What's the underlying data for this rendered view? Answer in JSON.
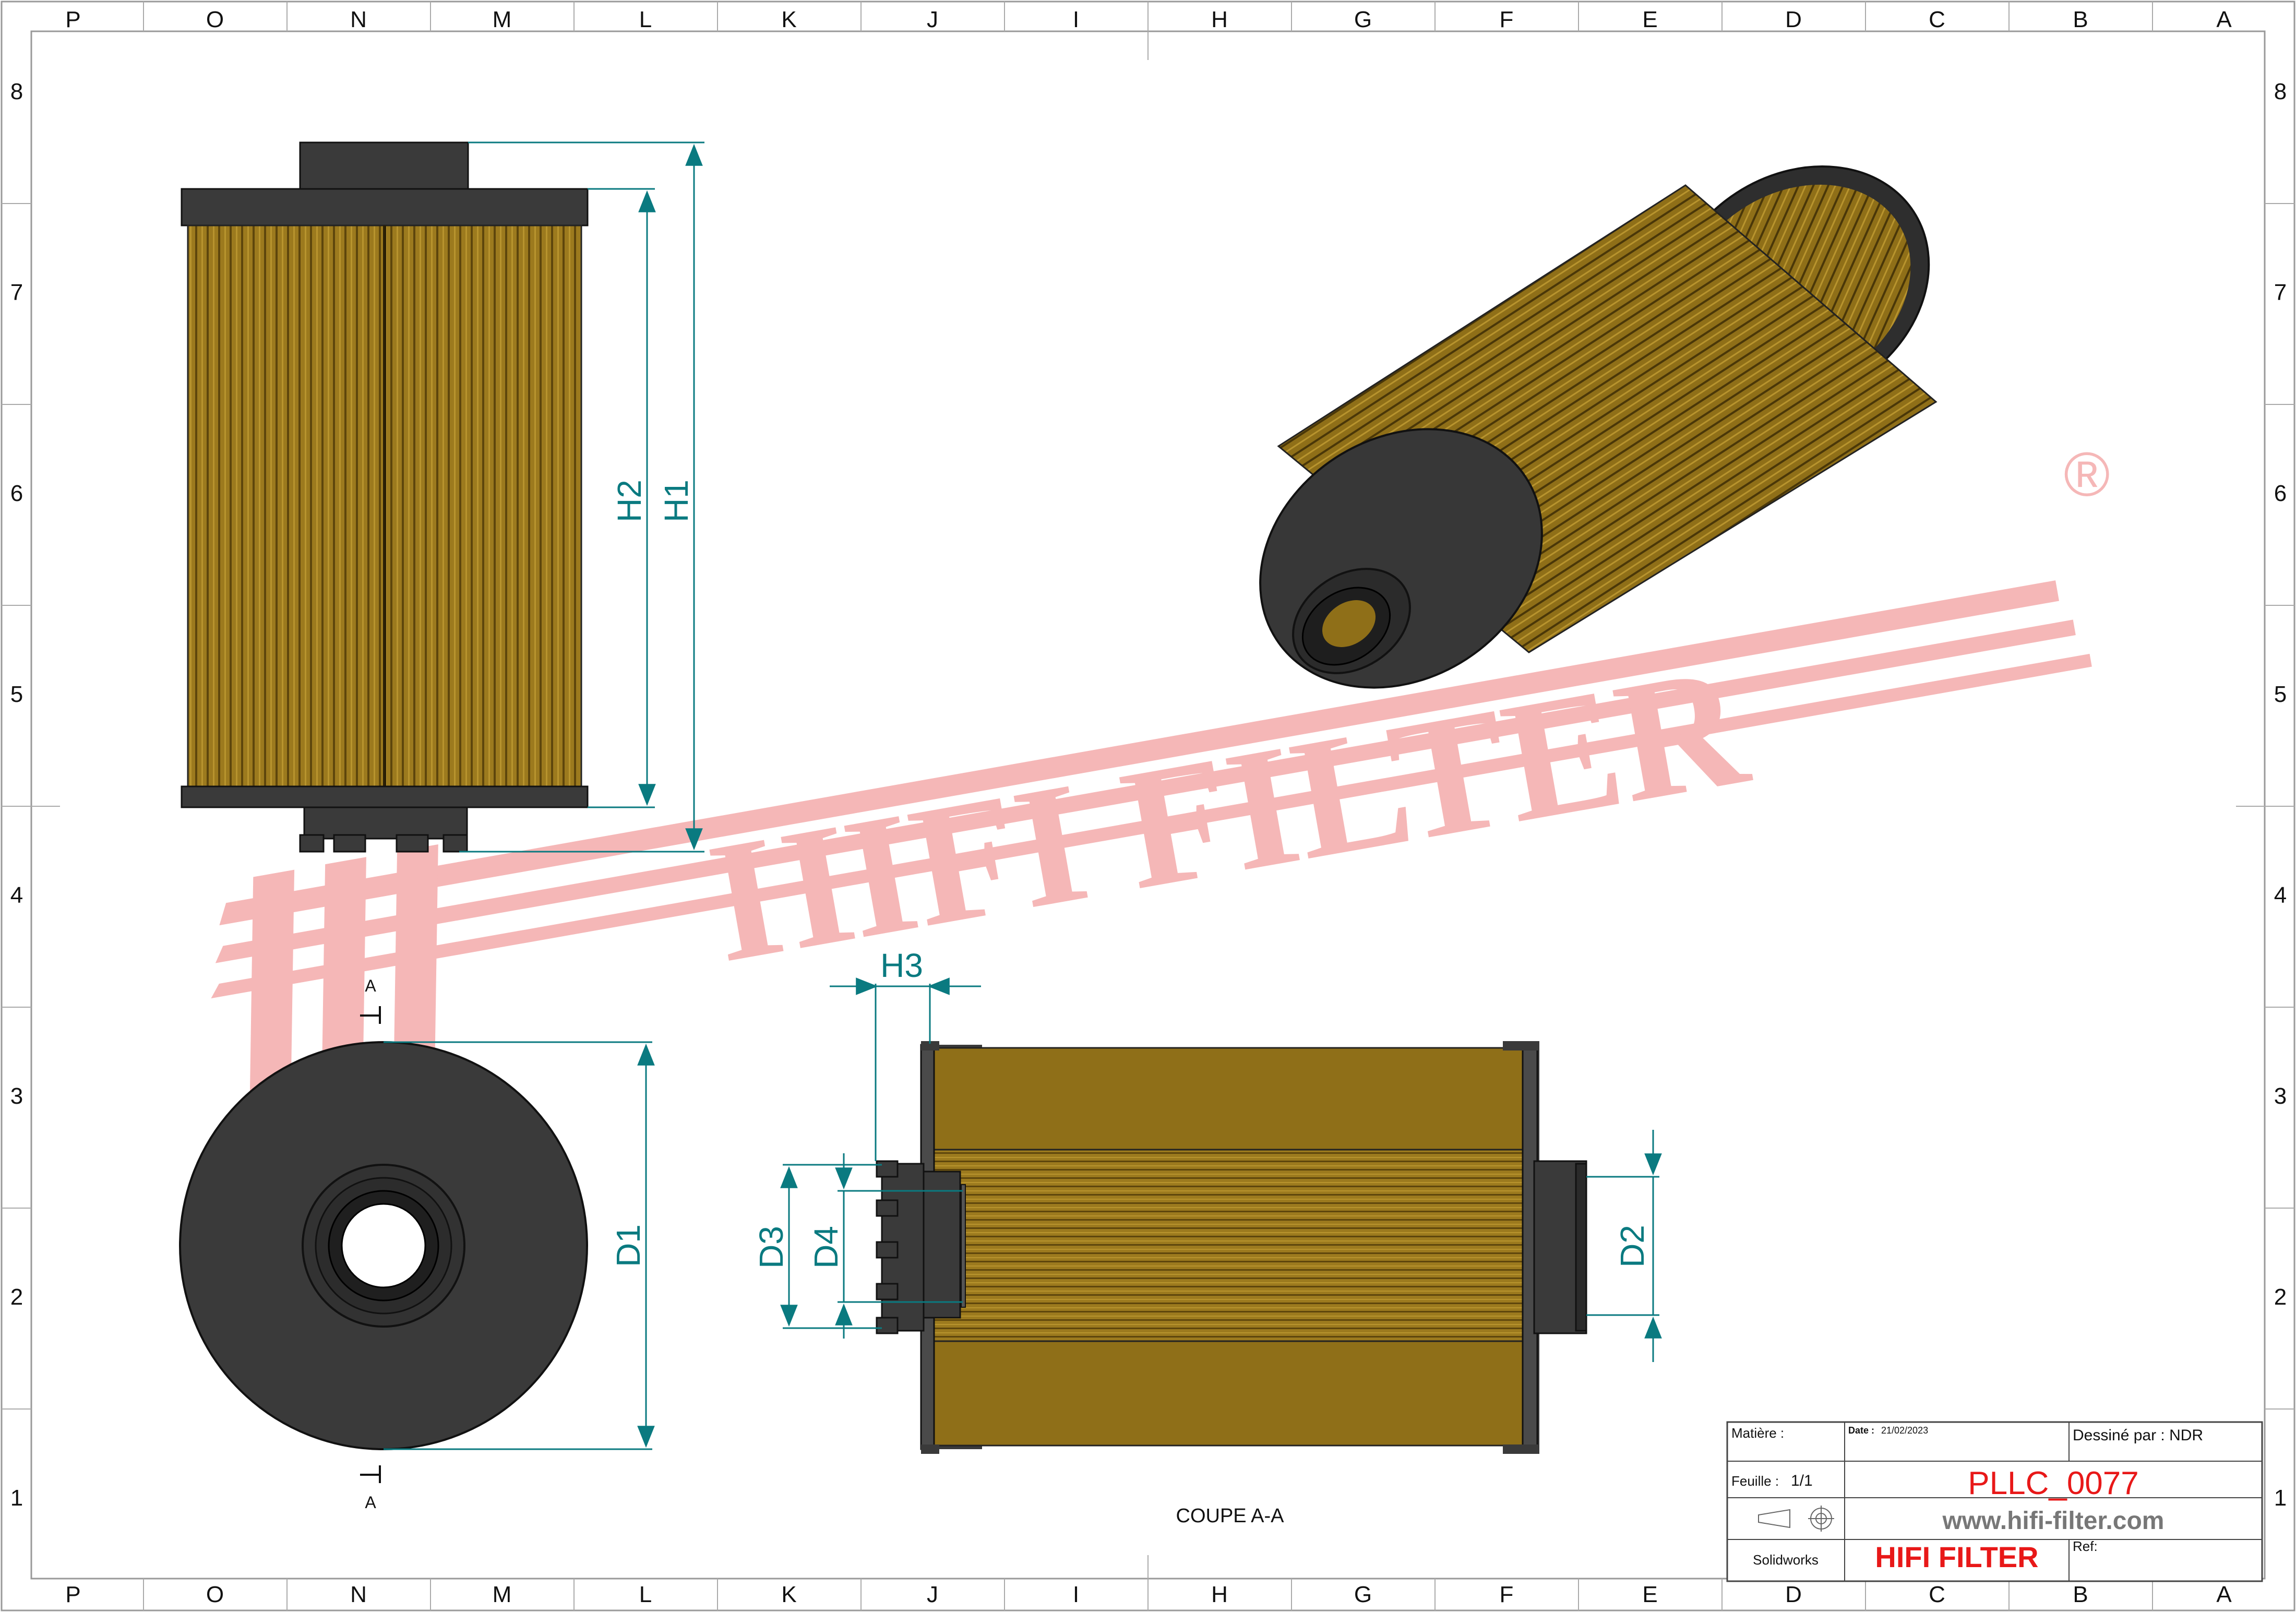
{
  "grid": {
    "columns": [
      "P",
      "O",
      "N",
      "M",
      "L",
      "K",
      "J",
      "I",
      "H",
      "G",
      "F",
      "E",
      "D",
      "C",
      "B",
      "A"
    ],
    "rows": [
      "8",
      "7",
      "6",
      "5",
      "4",
      "3",
      "2",
      "1"
    ]
  },
  "dimensions": {
    "h1": "H1",
    "h2": "H2",
    "h3": "H3",
    "d1": "D1",
    "d2": "D2",
    "d3": "D3",
    "d4": "D4"
  },
  "section": {
    "marker": "A",
    "caption": "COUPE A-A"
  },
  "watermark": {
    "text": "HIFI FILTER",
    "registered": "®"
  },
  "title_block": {
    "matiere_label": "Matière :",
    "date_label": "Date :",
    "date_value": "21/02/2023",
    "drawn_by": "Dessiné par : NDR",
    "sheet_label": "Feuille :",
    "sheet_value": "1/1",
    "part_number": "PLLC_0077",
    "website": "www.hifi-filter.com",
    "software": "Solidworks",
    "brand": "HIFI FILTER",
    "ref_label": "Ref:"
  },
  "colors": {
    "media": "#9c7a1e",
    "media_dark": "#6f5510",
    "cap": "#3a3a3a",
    "dimension": "#0a7a80",
    "watermark": "#f4aaaa",
    "brand_red": "#e81818"
  }
}
